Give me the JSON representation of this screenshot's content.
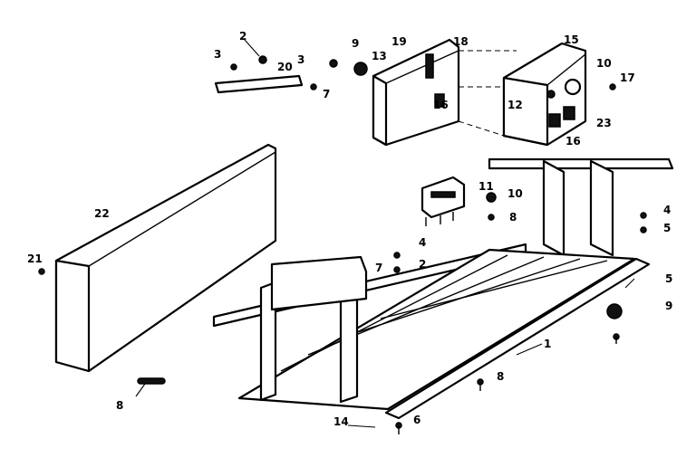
{
  "callouts": {
    "c1": "1",
    "c2a": "2",
    "c2b": "2",
    "c3a": "3",
    "c3b": "3",
    "c4a": "4",
    "c4b": "4",
    "c5a": "5",
    "c5b": "5",
    "c6": "6",
    "c7a": "7",
    "c7b": "7",
    "c8a": "8",
    "c8b": "8",
    "c8c": "8",
    "c9a": "9",
    "c9b": "9",
    "c10": "10",
    "c11": "11",
    "c12": "12",
    "c13": "13",
    "c14": "14",
    "c15": "15",
    "c16a": "16",
    "c16b": "16",
    "c17": "17",
    "c18": "18",
    "c19": "19",
    "c20": "20",
    "c21": "21",
    "c22": "22",
    "c23": "23"
  }
}
